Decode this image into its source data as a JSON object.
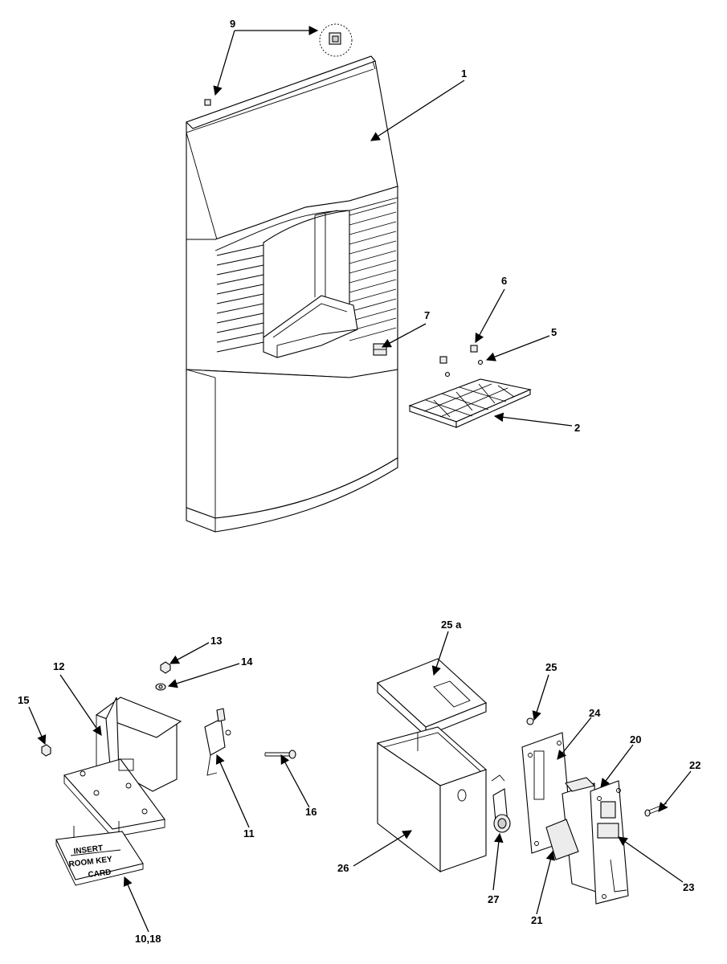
{
  "callouts": {
    "c1": "1",
    "c2": "2",
    "c5": "5",
    "c6": "6",
    "c7": "7",
    "c9": "9",
    "c10_18": "10,18",
    "c11": "11",
    "c12": "12",
    "c13": "13",
    "c14": "14",
    "c15": "15",
    "c16": "16",
    "c20": "20",
    "c21": "21",
    "c22": "22",
    "c23": "23",
    "c24": "24",
    "c25": "25",
    "c25a": "25 a",
    "c26": "26",
    "c27": "27"
  },
  "card": {
    "line1": "INSERT",
    "line2": "ROOM KEY",
    "line3": "CARD"
  },
  "colors": {
    "ink": "#000000",
    "paper": "#ffffff"
  }
}
